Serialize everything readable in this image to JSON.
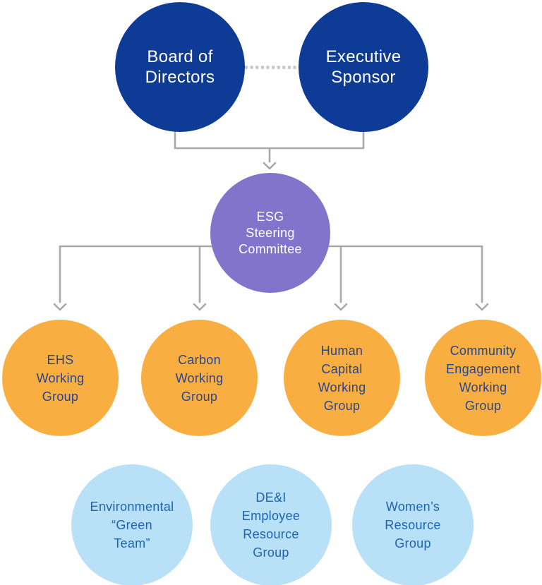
{
  "diagram": {
    "type": "org-chart",
    "colors": {
      "navy_circle": "#0E3B96",
      "purple_circle": "#8274CB",
      "orange_circle": "#F9AE41",
      "light_blue_circle": "#B8E0F7",
      "text_on_dark": "#FFFFFF",
      "text_on_orange": "#27468F",
      "text_on_light_blue": "#1D63B5",
      "connector_gray": "#A8A8A8",
      "dotted_link_gray": "#C7C7C7"
    },
    "nodes": {
      "board": {
        "label": "Board of\nDirectors"
      },
      "sponsor": {
        "label": "Executive\nSponsor"
      },
      "steering": {
        "label": "ESG\nSteering\nCommittee"
      },
      "ehs": {
        "label": "EHS\nWorking\nGroup"
      },
      "carbon": {
        "label": "Carbon\nWorking\nGroup"
      },
      "human_capital": {
        "label": "Human\nCapital\nWorking\nGroup"
      },
      "community": {
        "label": "Community\nEngagement\nWorking\nGroup"
      },
      "green_team": {
        "label": "Environmental\n“Green\nTeam”"
      },
      "dei": {
        "label": "DE&I\nEmployee\nResource\nGroup"
      },
      "womens": {
        "label": "Women’s\nResource\nGroup"
      }
    }
  }
}
